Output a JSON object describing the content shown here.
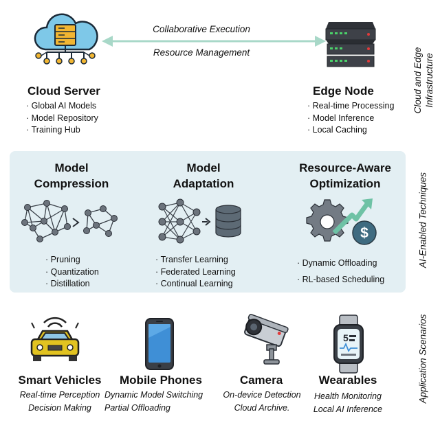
{
  "top": {
    "arrow_top_label": "Collaborative Execution",
    "arrow_bottom_label": "Resource Management",
    "cloud": {
      "title": "Cloud Server",
      "items": [
        "Global AI Models",
        "Model Repository",
        "Training Hub"
      ]
    },
    "edge": {
      "title": "Edge Node",
      "items": [
        "Real-time Processing",
        "Model Inference",
        "Local Caching"
      ]
    }
  },
  "techniques": {
    "compression": {
      "title_l1": "Model",
      "title_l2": "Compression",
      "items": [
        "Pruning",
        "Quantization",
        "Distillation"
      ]
    },
    "adaptation": {
      "title_l1": "Model",
      "title_l2": "Adaptation",
      "items": [
        "Transfer Learning",
        "Federated Learning",
        "Continual Learning"
      ]
    },
    "optimization": {
      "title_l1": "Resource-Aware",
      "title_l2": "Optimization",
      "items": [
        "Dynamic Offloading",
        "RL-based Scheduling"
      ]
    }
  },
  "scenarios": [
    {
      "title": "Smart Vehicles",
      "lines": [
        "Real-time Perception",
        "Decision Making"
      ]
    },
    {
      "title": "Mobile Phones",
      "lines": [
        "Dynamic Model Switching",
        "Partial Offloading"
      ]
    },
    {
      "title": "Camera",
      "lines": [
        "On-device Detection",
        "Cloud Archive."
      ]
    },
    {
      "title": "Wearables",
      "lines": [
        "Health Monitoring",
        "Local AI Inference"
      ]
    }
  ],
  "side_labels": {
    "infra_l1": "Cloud and Edge",
    "infra_l2": "Infrastructure",
    "ai": "AI-Enabled Techniques",
    "app": "Application Scenarios"
  },
  "colors": {
    "band": "#e3eff3",
    "arrow": "#a8d8c8",
    "cloud": "#7ec8e8",
    "server": "#3e4148",
    "led": "#4bd26a",
    "gold": "#f2b632"
  }
}
